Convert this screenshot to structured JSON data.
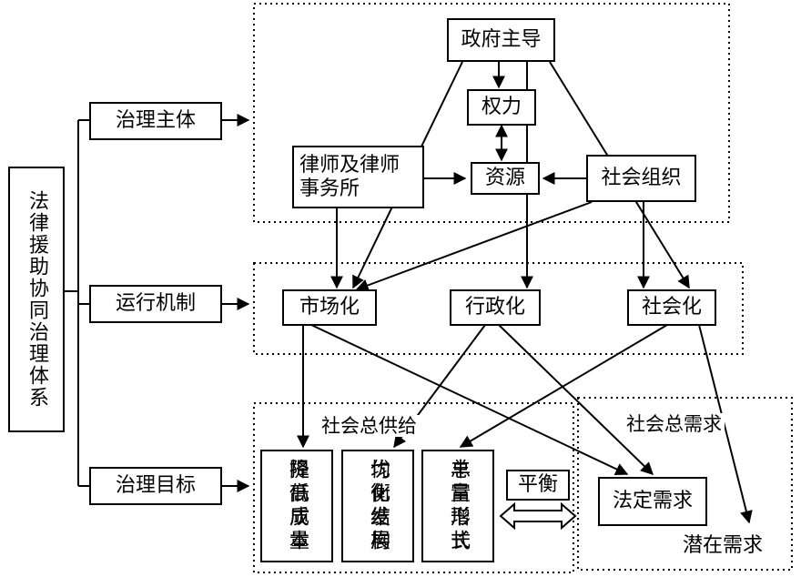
{
  "root": {
    "label": "法律援助协同治理体系"
  },
  "branches": {
    "subject": "治理主体",
    "mechanism": "运行机制",
    "goal": "治理目标"
  },
  "subjects": {
    "government": "政府主导",
    "power": "权力",
    "lawyers": "律师及律师事务所",
    "resources": "资源",
    "social_org": "社会组织"
  },
  "mechanisms": {
    "market": "市场化",
    "admin": "行政化",
    "social": "社会化"
  },
  "supply": {
    "title": "社会总供给",
    "cost_cols": [
      "提高质量",
      "降低成本"
    ],
    "structure_cols": [
      "均衡发展",
      "优化结构"
    ],
    "total_cols": [
      "丰富形式",
      "总量增长"
    ]
  },
  "balance": {
    "label": "平衡"
  },
  "demand": {
    "title": "社会总需求",
    "legal": "法定需求",
    "potential": "潜在需求"
  }
}
